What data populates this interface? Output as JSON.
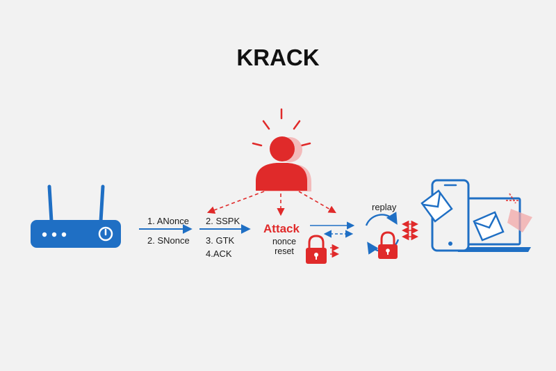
{
  "title": "KRACK",
  "handshake": {
    "left_messages": [
      "1. ANonce",
      "2. SNonce"
    ],
    "right_messages": [
      "2. SSPK",
      "3. GTK",
      "4.ACK"
    ]
  },
  "attack": {
    "label": "Attack",
    "sublabel_line1": "nonce",
    "sublabel_line2": "reset"
  },
  "replay_label": "replay",
  "icons": {
    "router": "router-icon",
    "attacker": "attacker-person-icon",
    "alert": "alert-rays-icon",
    "lock": "padlock-icon",
    "cycle": "replay-cycle-icon",
    "devices": "phone-laptop-icon"
  },
  "colors": {
    "blue": "#1f6fc4",
    "red": "#e02a2a",
    "pink": "#f3a8a8",
    "background": "#f2f2f2"
  }
}
